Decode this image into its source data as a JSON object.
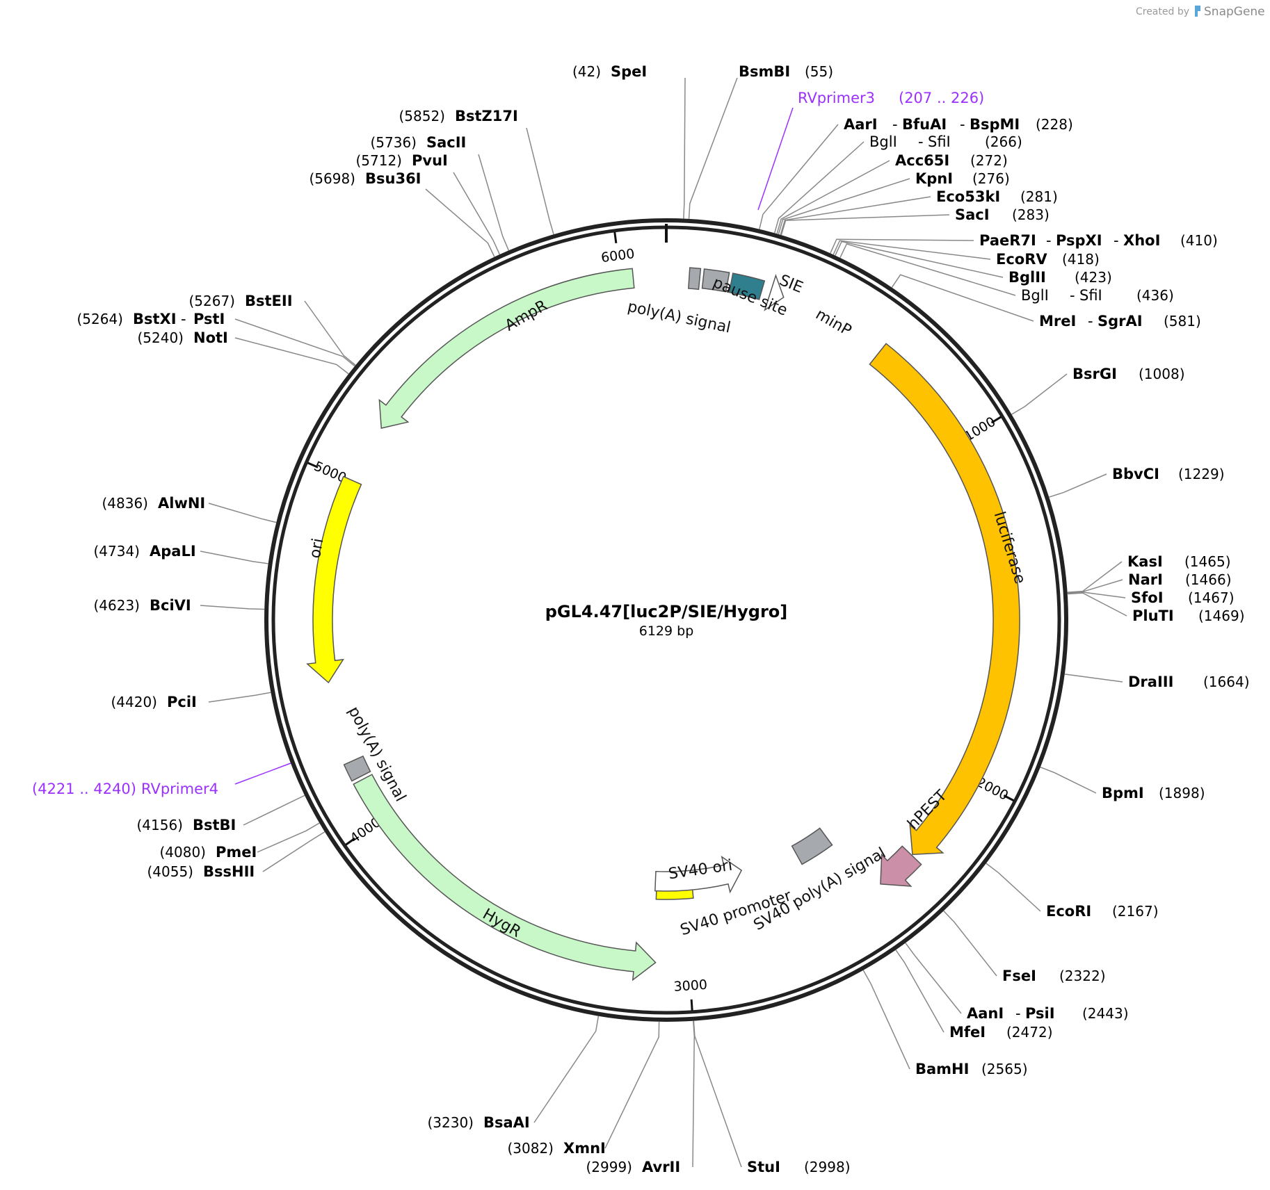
{
  "plasmid": {
    "name": "pGL4.47[luc2P/SIE/Hygro]",
    "size_label": "6129 bp",
    "length": 6129
  },
  "credit": {
    "prefix": "Created by",
    "brand": "SnapGene"
  },
  "ticks": [
    "1000",
    "2000",
    "3000",
    "4000",
    "5000",
    "6000"
  ],
  "features": [
    {
      "name": "luciferase",
      "start": 655,
      "end": 2275,
      "direction": 1,
      "color": "#ffc200",
      "shape": "arrow"
    },
    {
      "name": "hPEST",
      "start": 2278,
      "end": 2400,
      "direction": 1,
      "color": "#cc8fa8",
      "shape": "arrow"
    },
    {
      "name": "SV40 poly(A) signal",
      "start": 2445,
      "end": 2570,
      "direction": 0,
      "color": "#a6a9ad",
      "shape": "box"
    },
    {
      "name": "SV40 ori",
      "start": 2970,
      "end": 3100,
      "direction": 0,
      "color": "#ffff00",
      "shape": "box"
    },
    {
      "name": "SV40 promoter",
      "start": 2780,
      "end": 3105,
      "direction": -1,
      "color": "#ffffff",
      "shape": "arrow"
    },
    {
      "name": "HygR",
      "start": 3095,
      "end": 4125,
      "direction": -1,
      "color": "#c8f7c8",
      "shape": "arrow"
    },
    {
      "name": "poly(A) signal",
      "start": 4135,
      "end": 4185,
      "direction": 0,
      "color": "#a6a9ad",
      "shape": "box"
    },
    {
      "name": "ori",
      "start": 4418,
      "end": 5005,
      "direction": -1,
      "color": "#ffff00",
      "shape": "arrow"
    },
    {
      "name": "AmpR",
      "start": 5175,
      "end": 6035,
      "direction": -1,
      "color": "#c8f7c8",
      "shape": "arrow"
    },
    {
      "name": "poly(A) signal",
      "start": 65,
      "end": 95,
      "direction": 0,
      "color": "#a6a9ad",
      "shape": "box"
    },
    {
      "name": "pause site",
      "start": 105,
      "end": 175,
      "direction": 0,
      "color": "#a6a9ad",
      "shape": "box"
    },
    {
      "name": "SIE",
      "start": 185,
      "end": 275,
      "direction": 0,
      "color": "#2f7f8f",
      "shape": "box"
    },
    {
      "name": "minP",
      "start": 300,
      "end": 340,
      "direction": 1,
      "color": "#ffffff",
      "shape": "arrow"
    }
  ],
  "primers": [
    {
      "name": "RVprimer3",
      "range": "(207 .. 226)"
    },
    {
      "name": "RVprimer4",
      "range": "(4221 .. 4240)"
    }
  ],
  "sites": [
    {
      "pos": "(42)",
      "enzymes": [
        "SpeI"
      ]
    },
    {
      "pos": "(55)",
      "enzymes": [
        "BsmBI"
      ]
    },
    {
      "pos": "(228)",
      "enzymes": [
        "AarI",
        "BfuAI",
        "BspMI"
      ]
    },
    {
      "pos": "(266)",
      "enzymes": [
        "BglI",
        "SfiI"
      ]
    },
    {
      "pos": "(272)",
      "enzymes": [
        "Acc65I"
      ]
    },
    {
      "pos": "(276)",
      "enzymes": [
        "KpnI"
      ]
    },
    {
      "pos": "(281)",
      "enzymes": [
        "Eco53kI"
      ]
    },
    {
      "pos": "(283)",
      "enzymes": [
        "SacI"
      ]
    },
    {
      "pos": "(410)",
      "enzymes": [
        "PaeR7I",
        "PspXI",
        "XhoI"
      ]
    },
    {
      "pos": "(418)",
      "enzymes": [
        "EcoRV"
      ]
    },
    {
      "pos": "(423)",
      "enzymes": [
        "BglII"
      ]
    },
    {
      "pos": "(436)",
      "enzymes": [
        "BglI",
        "SfiI"
      ]
    },
    {
      "pos": "(581)",
      "enzymes": [
        "MreI",
        "SgrAI"
      ]
    },
    {
      "pos": "(1008)",
      "enzymes": [
        "BsrGI"
      ]
    },
    {
      "pos": "(1229)",
      "enzymes": [
        "BbvCI"
      ]
    },
    {
      "pos": "(1465)",
      "enzymes": [
        "KasI"
      ]
    },
    {
      "pos": "(1466)",
      "enzymes": [
        "NarI"
      ]
    },
    {
      "pos": "(1467)",
      "enzymes": [
        "SfoI"
      ]
    },
    {
      "pos": "(1469)",
      "enzymes": [
        "PluTI"
      ]
    },
    {
      "pos": "(1664)",
      "enzymes": [
        "DraIII"
      ]
    },
    {
      "pos": "(1898)",
      "enzymes": [
        "BpmI"
      ]
    },
    {
      "pos": "(2167)",
      "enzymes": [
        "EcoRI"
      ]
    },
    {
      "pos": "(2322)",
      "enzymes": [
        "FseI"
      ]
    },
    {
      "pos": "(2443)",
      "enzymes": [
        "AanI",
        "PsiI"
      ]
    },
    {
      "pos": "(2472)",
      "enzymes": [
        "MfeI"
      ]
    },
    {
      "pos": "(2565)",
      "enzymes": [
        "BamHI"
      ]
    },
    {
      "pos": "(2998)",
      "enzymes": [
        "StuI"
      ]
    },
    {
      "pos": "(2999)",
      "enzymes": [
        "AvrII"
      ]
    },
    {
      "pos": "(3082)",
      "enzymes": [
        "XmnI"
      ]
    },
    {
      "pos": "(3230)",
      "enzymes": [
        "BsaAI"
      ]
    },
    {
      "pos": "(4055)",
      "enzymes": [
        "BssHII"
      ]
    },
    {
      "pos": "(4080)",
      "enzymes": [
        "PmeI"
      ]
    },
    {
      "pos": "(4156)",
      "enzymes": [
        "BstBI"
      ]
    },
    {
      "pos": "(4420)",
      "enzymes": [
        "PciI"
      ]
    },
    {
      "pos": "(4623)",
      "enzymes": [
        "BciVI"
      ]
    },
    {
      "pos": "(4734)",
      "enzymes": [
        "ApaLI"
      ]
    },
    {
      "pos": "(4836)",
      "enzymes": [
        "AlwNI"
      ]
    },
    {
      "pos": "(5240)",
      "enzymes": [
        "NotI"
      ]
    },
    {
      "pos": "(5264)",
      "enzymes": [
        "BstXI",
        "PstI"
      ]
    },
    {
      "pos": "(5267)",
      "enzymes": [
        "BstEII"
      ]
    },
    {
      "pos": "(5698)",
      "enzymes": [
        "Bsu36I"
      ]
    },
    {
      "pos": "(5712)",
      "enzymes": [
        "PvuI"
      ]
    },
    {
      "pos": "(5736)",
      "enzymes": [
        "SacII"
      ]
    },
    {
      "pos": "(5852)",
      "enzymes": [
        "BstZ17I"
      ]
    }
  ]
}
